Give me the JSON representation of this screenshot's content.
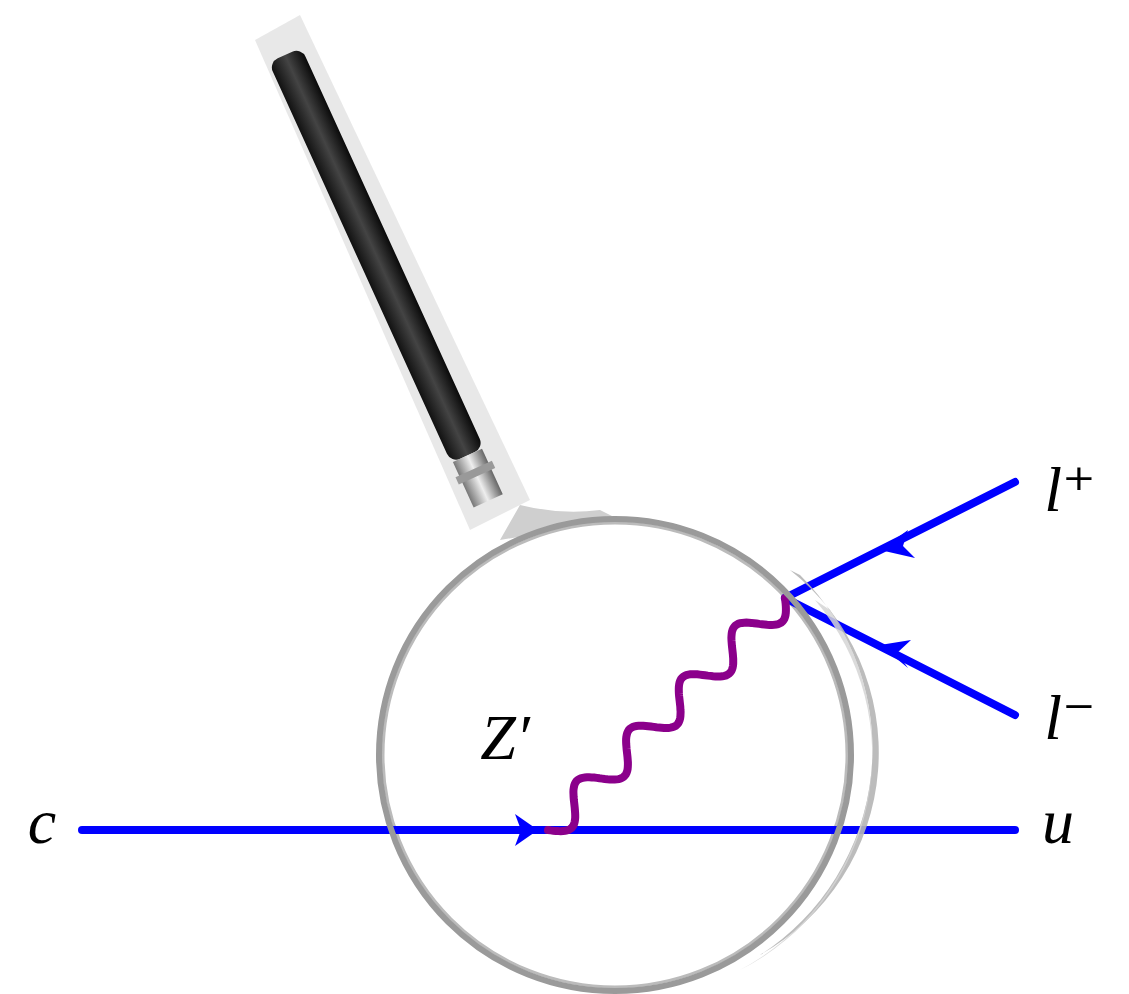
{
  "diagram": {
    "labels": [
      "Z′",
      "c",
      "u",
      "l⁺",
      "l⁻"
    ]
  }
}
